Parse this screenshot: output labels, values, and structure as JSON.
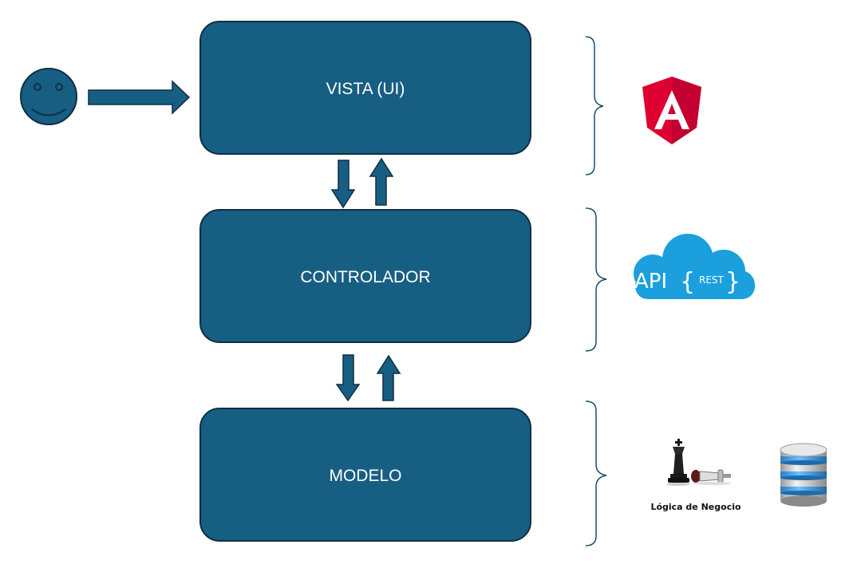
{
  "diagram": {
    "layers": [
      {
        "label": "VISTA (UI)"
      },
      {
        "label": "CONTROLADOR"
      },
      {
        "label": "MODELO"
      }
    ],
    "icons": {
      "user": "smiley-face-icon",
      "vista_tech": "angular-logo-icon",
      "controller_tech": "api-rest-cloud-icon",
      "model_logic": "chess-pieces-icon",
      "model_storage": "database-icon"
    },
    "api_logo": {
      "main": "API",
      "sub": "REST"
    },
    "model_caption": "Lógica de Negocio",
    "colors": {
      "box_fill": "#175e83",
      "box_stroke": "#0f2f45",
      "arrow_fill": "#175e83",
      "bracket_stroke": "#1a4d6e",
      "angular_red": "#dd0031",
      "angular_dark": "#c3002f",
      "cloud_blue": "#1b9fdd"
    }
  }
}
